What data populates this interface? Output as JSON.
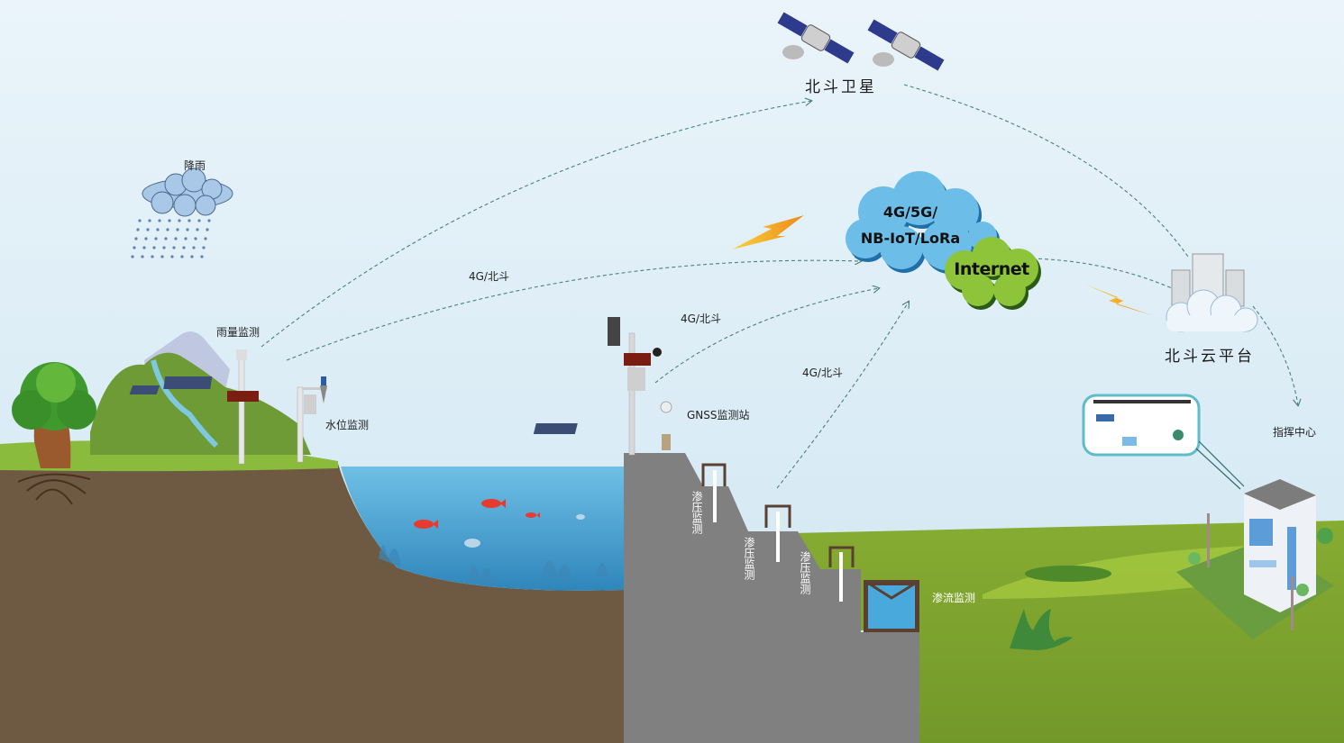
{
  "diagram": {
    "nodes": {
      "satellite": {
        "label": "北斗卫星",
        "icon": "satellite-icon"
      },
      "network_cloud": {
        "line1": "4G/5G/",
        "line2": "NB-IoT/LoRa",
        "icon": "cloud-icon"
      },
      "internet_cloud": {
        "label": "Internet",
        "icon": "cloud-icon"
      },
      "cloud_platform": {
        "label": "北斗云平台",
        "icon": "server-icon"
      },
      "command_center": {
        "label": "指挥中心",
        "icon": "building-icon"
      },
      "rain": {
        "label": "降雨",
        "icon": "rain-cloud-icon"
      },
      "rain_monitor": {
        "label": "雨量监测",
        "icon": "rain-gauge-station-icon"
      },
      "water_level_monitor": {
        "label": "水位监测",
        "icon": "water-level-station-icon"
      },
      "gnss_station": {
        "label": "GNSS监测站",
        "icon": "gnss-station-icon"
      },
      "seepage_pressure": [
        {
          "label": "渗压监测"
        },
        {
          "label": "渗压监测"
        },
        {
          "label": "渗压监测"
        }
      ],
      "seepage_flow": {
        "label": "渗流监测",
        "icon": "weir-icon"
      }
    },
    "links": [
      {
        "from": "rain_monitor",
        "to": "satellite",
        "label": ""
      },
      {
        "from": "rain_monitor",
        "to": "network_cloud",
        "label": "4G/北斗"
      },
      {
        "from": "gnss_station",
        "to": "network_cloud",
        "label": "4G/北斗"
      },
      {
        "from": "seepage_pressure",
        "to": "network_cloud",
        "label": "4G/北斗"
      },
      {
        "from": "satellite",
        "to": "cloud_platform",
        "label": ""
      },
      {
        "from": "internet_cloud",
        "to": "cloud_platform",
        "label": ""
      },
      {
        "from": "cloud_platform",
        "to": "command_center",
        "label": ""
      }
    ],
    "colors": {
      "sky_top": "#e6f2f9",
      "sky_bottom": "#cfe6f2",
      "soil": "#6e5a42",
      "water": "#4aa5d3",
      "dam": "#808080",
      "grass": "#7fa52e",
      "network_cloud": "#6cbde8",
      "internet_cloud": "#8dc43a",
      "link": "#4d7f80",
      "lightning": "#f5b21c"
    }
  }
}
